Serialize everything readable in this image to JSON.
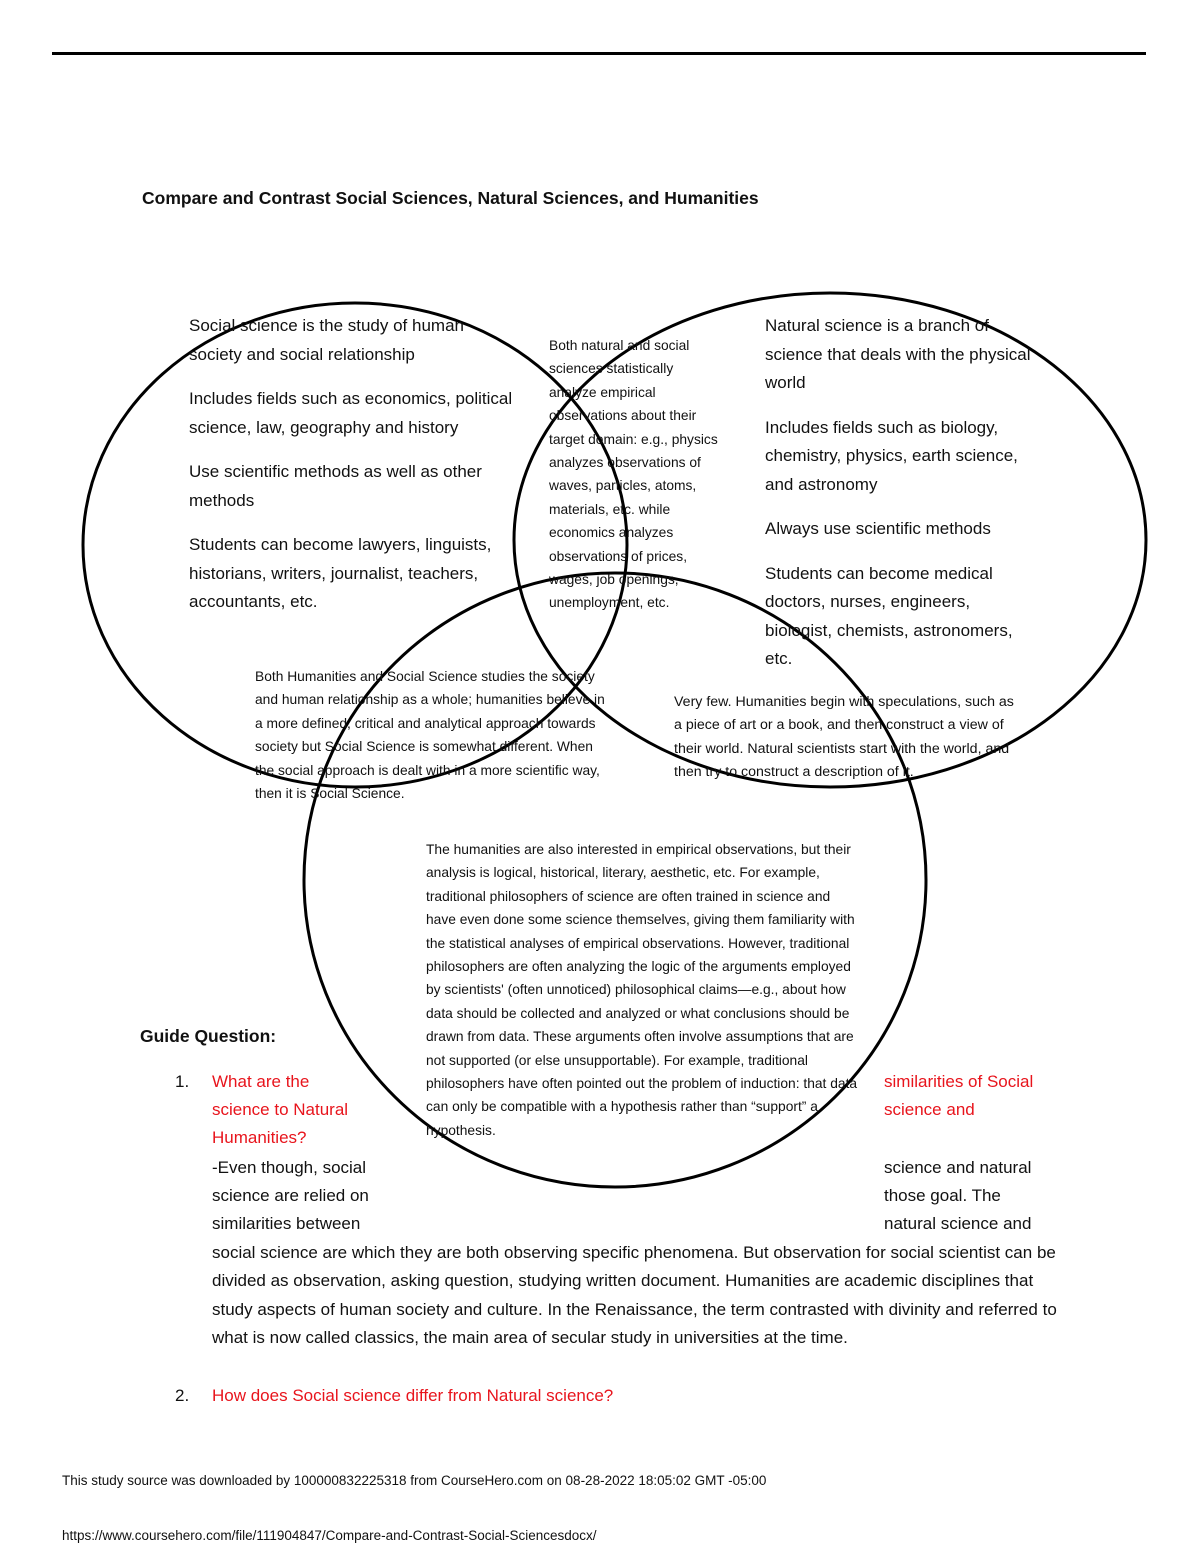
{
  "document": {
    "title": "Compare and Contrast Social Sciences, Natural Sciences, and Humanities"
  },
  "venn": {
    "social_lines": [
      "Social science is the study of human society and social relationship",
      "Includes fields such as economics, political science, law, geography and history",
      "Use scientific methods as well as other methods",
      "Students can become lawyers, linguists, historians, writers, journalist, teachers, accountants, etc."
    ],
    "natural_lines": [
      "Natural science is a branch of science that deals with the physical world",
      "Includes fields such as biology, chemistry, physics, earth science, and astronomy",
      "Always use scientific methods",
      "Students can become medical doctors, nurses, engineers, biologist, chemists, astronomers, etc."
    ],
    "social_natural_overlap": "Both natural and social sciences statistically analyze empirical observations about their target domain: e.g., physics analyzes observations of waves, particles, atoms, materials, etc. while economics analyzes observations of prices, wages, job openings, unemployment, etc.",
    "social_humanities_overlap": "Both Humanities and Social Science studies the society and human relationship as a whole; humanities believe in a more defined, critical and analytical approach towards society but Social Science is somewhat different. When the social approach is dealt with in a more scientific way, then it is Social Science.",
    "natural_humanities_overlap": "Very few. Humanities begin with speculations, such as a piece of art or a book, and then construct a view of their world. Natural scientists start with the world, and then try to construct a description of it.",
    "humanities_text": "The humanities are also interested in empirical observations, but their analysis is logical, historical, literary, aesthetic, etc. For example, traditional philosophers of science are often trained in science and have even done some science themselves, giving them familiarity with the statistical analyses of empirical observations. However, traditional philosophers are often analyzing the logic of the arguments employed by scientists' (often unnoticed) philosophical claims—e.g., about how data should be collected and analyzed or what conclusions should be drawn from data. These arguments often involve assumptions that are not supported (or else unsupportable). For example, traditional philosophers have often pointed out the problem of induction: that data can only be compatible with a hypothesis rather than “support” a hypothesis."
  },
  "guide": {
    "heading": "Guide Question:",
    "q1_number": "1.",
    "q1_left": [
      "What are the",
      "science to Natural",
      "Humanities?"
    ],
    "q1_right": [
      "similarities of Social",
      "science and"
    ],
    "a1_left": [
      "-Even though, social",
      "science are relied on",
      "similarities between"
    ],
    "a1_right": [
      "science and natural",
      "those goal. The",
      "natural science and"
    ],
    "a1_continued": "social science are which they are both observing specific phenomena. But observation for social scientist can be divided as observation, asking question, studying written document. Humanities are academic disciplines that study aspects of human society and culture. In the Renaissance, the term contrasted with divinity and referred to what is now called classics, the main area of secular study in universities at the time.",
    "q2_number": "2.",
    "q2_text": "How does Social science differ from Natural science?"
  },
  "footer": {
    "source_line": "This study source was downloaded by 100000832225318 from CourseHero.com on 08-28-2022 18:05:02 GMT -05:00",
    "url_line": "https://www.coursehero.com/file/111904847/Compare-and-Contrast-Social-Sciencesdocx/"
  },
  "colors": {
    "question_red": "#e8141c",
    "text": "#111111"
  }
}
